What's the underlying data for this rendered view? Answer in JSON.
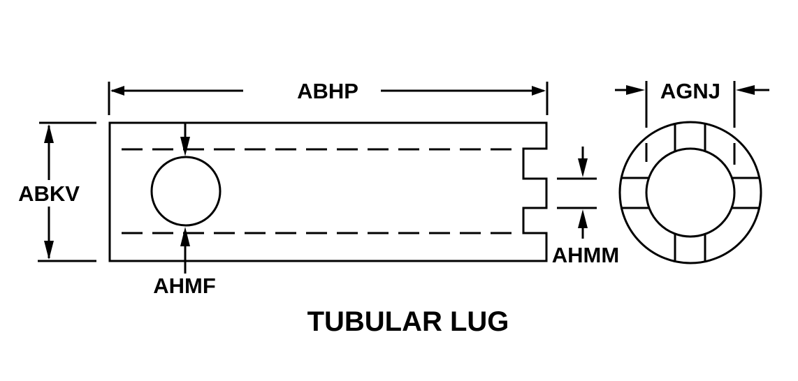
{
  "diagram": {
    "title": "TUBULAR LUG",
    "ink_color": "#000000",
    "background_color": "#ffffff",
    "dimensions": {
      "overall_length": "ABHP",
      "overall_height": "ABKV",
      "hole_diameter": "AHMF",
      "slot_width": "AHMM",
      "barrel_width": "AGNJ"
    },
    "views": [
      "side-view",
      "end-view"
    ]
  }
}
